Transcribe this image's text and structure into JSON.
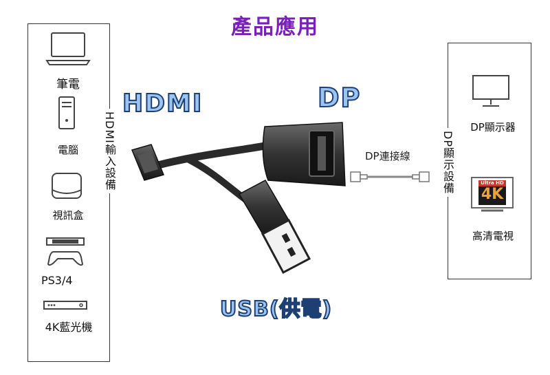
{
  "title": "產品應用",
  "left_panel": {
    "vertical_label": "HDMI輸入設備",
    "devices": [
      {
        "label": "筆電",
        "icon": "laptop-icon"
      },
      {
        "label": "電腦",
        "icon": "desktop-tower-icon"
      },
      {
        "label": "視訊盒",
        "icon": "tv-box-icon"
      },
      {
        "label": "PS3/4",
        "icon": "game-console-icon"
      },
      {
        "label": "4K藍光機",
        "icon": "bluray-player-icon"
      }
    ]
  },
  "right_panel": {
    "vertical_label": "DP顯示設備",
    "devices": [
      {
        "label": "DP顯示器",
        "icon": "monitor-icon"
      },
      {
        "label": "高清電視",
        "icon": "uhd-tv-icon"
      }
    ],
    "badge_top": "Ultra HD",
    "badge_main": "4K"
  },
  "cable_labels": {
    "hdmi": "HDMI",
    "dp": "DP",
    "usb": "USB(供電)",
    "dp_cable": "DP連接線"
  },
  "colors": {
    "title": "#7a1fb8",
    "big_label_fill": "#9cc4f0",
    "big_label_stroke": "#1d3f73",
    "cable": "#2a2a2a"
  }
}
